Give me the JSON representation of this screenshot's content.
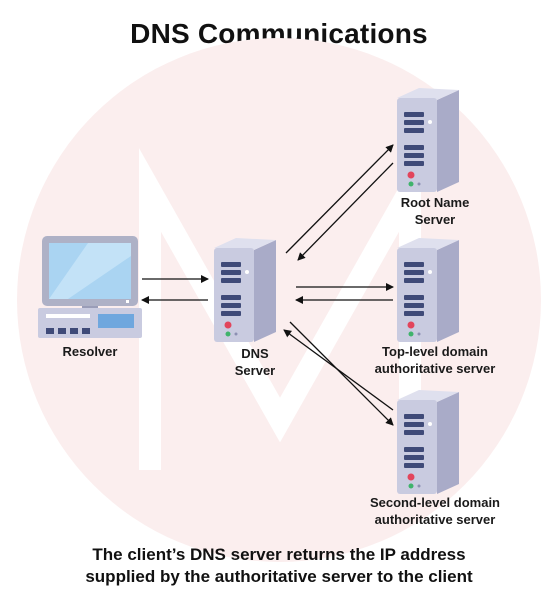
{
  "title": "DNS Communications",
  "nodes": {
    "resolver": {
      "label": "Resolver"
    },
    "dns_server": {
      "label_lines": [
        "DNS",
        "Server"
      ]
    },
    "root_server": {
      "label_lines": [
        "Root Name",
        "Server"
      ]
    },
    "tld_server": {
      "label_lines": [
        "Top-level domain",
        "authoritative server"
      ]
    },
    "sld_server": {
      "label_lines": [
        "Second-level domain",
        "authoritative server"
      ]
    }
  },
  "caption_lines": [
    "The client’s DNS server returns the IP address",
    "supplied by the authoritative server to the client"
  ],
  "colors": {
    "server_body": "#c9cbe0",
    "server_side": "#a9abc8",
    "server_top": "#dfe0ee",
    "drive_bay": "#3f4a78",
    "led_red": "#e2455c",
    "led_green": "#3fb36b",
    "monitor_screen": "#aad4f2",
    "arrow": "#111111",
    "watermark": "#fbeeee"
  },
  "icons": [
    "computer-icon",
    "server-icon"
  ]
}
